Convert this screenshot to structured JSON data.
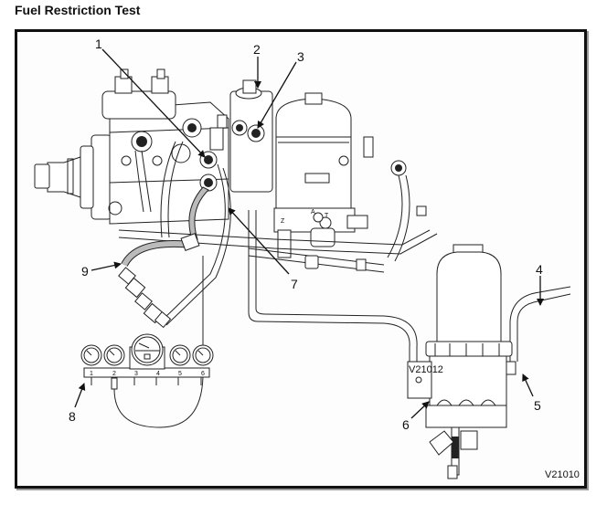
{
  "title": "Fuel Restriction Test",
  "figure": {
    "id_label": "V21010",
    "inner_label": "V21012",
    "callouts": [
      {
        "num": "1",
        "target": "pump-fitting-upper"
      },
      {
        "num": "2",
        "target": "filter-housing-bleed-screw"
      },
      {
        "num": "3",
        "target": "filter-housing-fitting"
      },
      {
        "num": "4",
        "target": "fuel-supply-line"
      },
      {
        "num": "5",
        "target": "prefilter-outlet"
      },
      {
        "num": "6",
        "target": "prefilter-housing"
      },
      {
        "num": "7",
        "target": "pump-fitting-lower"
      },
      {
        "num": "8",
        "target": "gauge-manifold"
      },
      {
        "num": "9",
        "target": "test-hose"
      }
    ],
    "gauge_numbers": [
      "1",
      "2",
      "3",
      "4",
      "5",
      "6"
    ],
    "port_letters": [
      "A",
      "T",
      "Z"
    ]
  }
}
